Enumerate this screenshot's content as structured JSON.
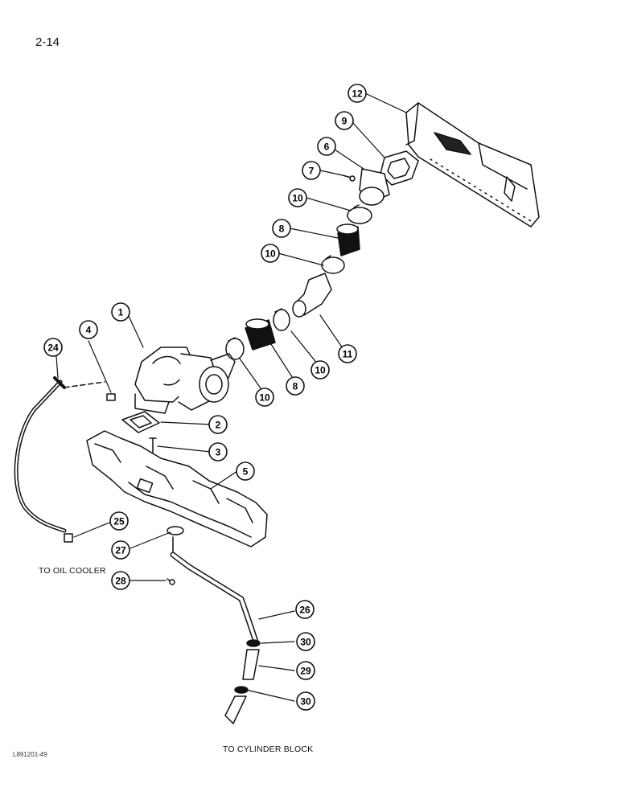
{
  "page": {
    "number": "2-14"
  },
  "notes": {
    "to_oil_cooler": "TO OIL COOLER",
    "to_cylinder_block": "TO CYLINDER BLOCK"
  },
  "figure_id": "L891201-49",
  "callouts": [
    {
      "id": "c1",
      "label": "1"
    },
    {
      "id": "c2",
      "label": "2"
    },
    {
      "id": "c3",
      "label": "3"
    },
    {
      "id": "c4",
      "label": "4"
    },
    {
      "id": "c5",
      "label": "5"
    },
    {
      "id": "c6",
      "label": "6"
    },
    {
      "id": "c7",
      "label": "7"
    },
    {
      "id": "c8a",
      "label": "8"
    },
    {
      "id": "c8b",
      "label": "8"
    },
    {
      "id": "c9",
      "label": "9"
    },
    {
      "id": "c10a",
      "label": "10"
    },
    {
      "id": "c10b",
      "label": "10"
    },
    {
      "id": "c10c",
      "label": "10"
    },
    {
      "id": "c10d",
      "label": "10"
    },
    {
      "id": "c11",
      "label": "11"
    },
    {
      "id": "c12",
      "label": "12"
    },
    {
      "id": "c24",
      "label": "24"
    },
    {
      "id": "c25",
      "label": "25"
    },
    {
      "id": "c26",
      "label": "26"
    },
    {
      "id": "c27",
      "label": "27"
    },
    {
      "id": "c28",
      "label": "28"
    },
    {
      "id": "c29",
      "label": "29"
    },
    {
      "id": "c30a",
      "label": "30"
    },
    {
      "id": "c30b",
      "label": "30"
    }
  ]
}
